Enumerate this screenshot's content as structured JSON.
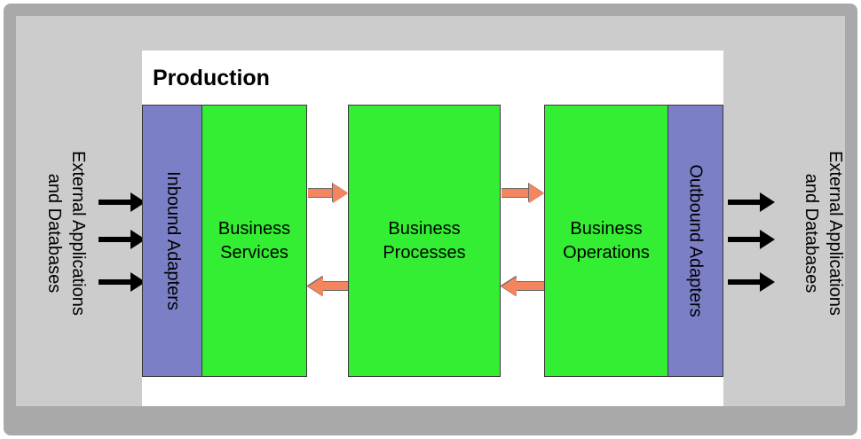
{
  "diagram": {
    "title": "Production",
    "panel_background": "#ffffff",
    "canvas_background": "#cccccc",
    "frame_color": "#a9a9a9"
  },
  "colors": {
    "adapter_purple": "#7b80c6",
    "layer_green": "#33ee33",
    "flow_orange": "#f4855e",
    "io_arrow_black": "#000000",
    "box_border": "#3a3a3a"
  },
  "layers": [
    {
      "id": "inbound-adapters",
      "label": "Inbound Adapters",
      "orientation": "vertical",
      "color": "#7b80c6"
    },
    {
      "id": "business-services",
      "label": "Business\nServices",
      "orientation": "horizontal",
      "color": "#33ee33"
    },
    {
      "id": "business-processes",
      "label": "Business\nProcesses",
      "orientation": "horizontal",
      "color": "#33ee33"
    },
    {
      "id": "business-operations",
      "label": "Business\nOperations",
      "orientation": "horizontal",
      "color": "#33ee33"
    },
    {
      "id": "outbound-adapters",
      "label": "Outbound Adapters",
      "orientation": "vertical",
      "color": "#7b80c6"
    }
  ],
  "side_labels": {
    "left": "External Applications\nand Databases",
    "right": "External Applications\nand Databases"
  },
  "io_arrows": {
    "inbound_count": 3,
    "outbound_count": 3,
    "inbound_direction": "right",
    "outbound_direction": "right"
  },
  "flow_arrows": [
    {
      "id": "services-to-processes",
      "from": "business-services",
      "to": "business-processes",
      "direction": "right"
    },
    {
      "id": "processes-to-operations",
      "from": "business-processes",
      "to": "business-operations",
      "direction": "right"
    },
    {
      "id": "processes-to-services",
      "from": "business-processes",
      "to": "business-services",
      "direction": "left"
    },
    {
      "id": "operations-to-processes",
      "from": "business-operations",
      "to": "business-processes",
      "direction": "left"
    }
  ]
}
